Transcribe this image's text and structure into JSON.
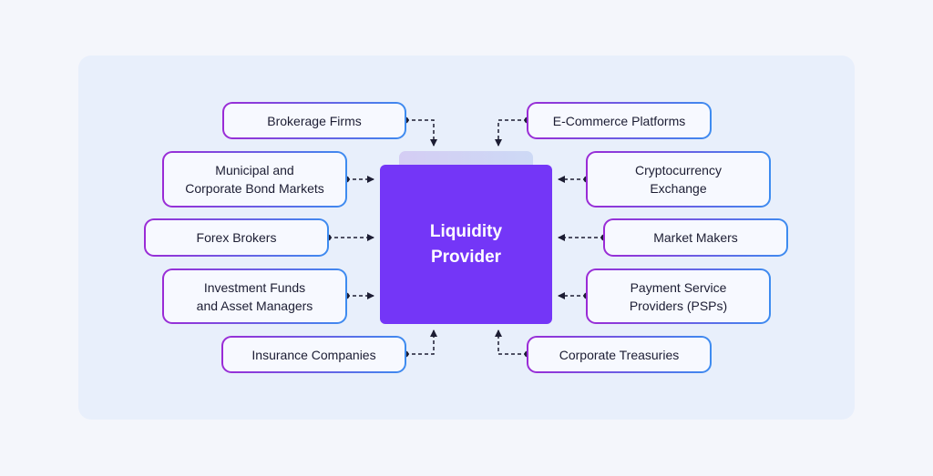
{
  "center": {
    "label": "Liquidity\nProvider",
    "color": "#7436f7"
  },
  "nodes": {
    "brokerage": "Brokerage Firms",
    "municipal": "Municipal and\nCorporate Bond Markets",
    "forex": "Forex Brokers",
    "investment": "Investment Funds\nand Asset Managers",
    "insurance": "Insurance Companies",
    "ecommerce": "E-Commerce Platforms",
    "crypto": "Cryptocurrency\nExchange",
    "market_makers": "Market Makers",
    "psp": "Payment Service\nProviders (PSPs)",
    "treasuries": "Corporate Treasuries"
  },
  "colors": {
    "border_start": "#9b2bd6",
    "border_end": "#3d8cf0",
    "panel": "#e8effb",
    "background": "#f4f6fb",
    "connector": "#1c1d33"
  }
}
